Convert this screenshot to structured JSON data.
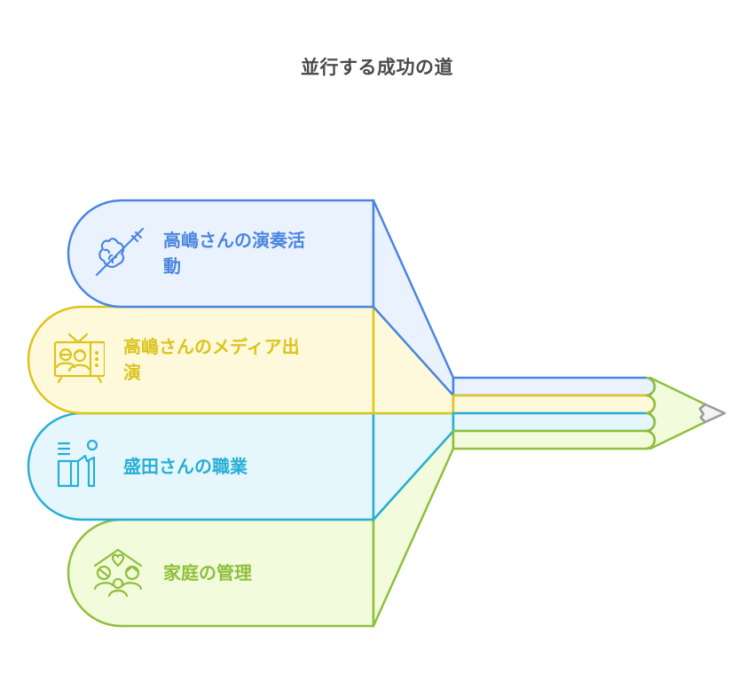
{
  "title": "並行する成功の道",
  "branches": [
    {
      "id": "performance",
      "label": "高嶋さんの演奏活動",
      "label_lines": [
        "高嶋さんの演奏活",
        "動"
      ],
      "icon": "violin-icon",
      "stroke": "#4A86E0",
      "fill": "#EAF2FE",
      "text_color": "#4A86E0"
    },
    {
      "id": "media",
      "label": "高嶋さんのメディア出演",
      "label_lines": [
        "高嶋さんのメディア出",
        "演"
      ],
      "icon": "television-icon",
      "stroke": "#DCC41C",
      "fill": "#FEF9DB",
      "text_color": "#DCC41C"
    },
    {
      "id": "career",
      "label": "盛田さんの職業",
      "label_lines": [
        "盛田さんの職業"
      ],
      "icon": "desk-worker-icon",
      "stroke": "#27AED6",
      "fill": "#E5F7FD",
      "text_color": "#27AED6"
    },
    {
      "id": "household",
      "label": "家庭の管理",
      "label_lines": [
        "家庭の管理"
      ],
      "icon": "family-home-icon",
      "stroke": "#8FBF3C",
      "fill": "#F2FBDB",
      "text_color": "#8FBF3C"
    }
  ],
  "pencil": {
    "body_stroke": "#8FBF3C",
    "body_fill": "#F2FBDB",
    "tip_stroke": "#9A9A9A",
    "tip_fill": "#F3F3F3"
  }
}
